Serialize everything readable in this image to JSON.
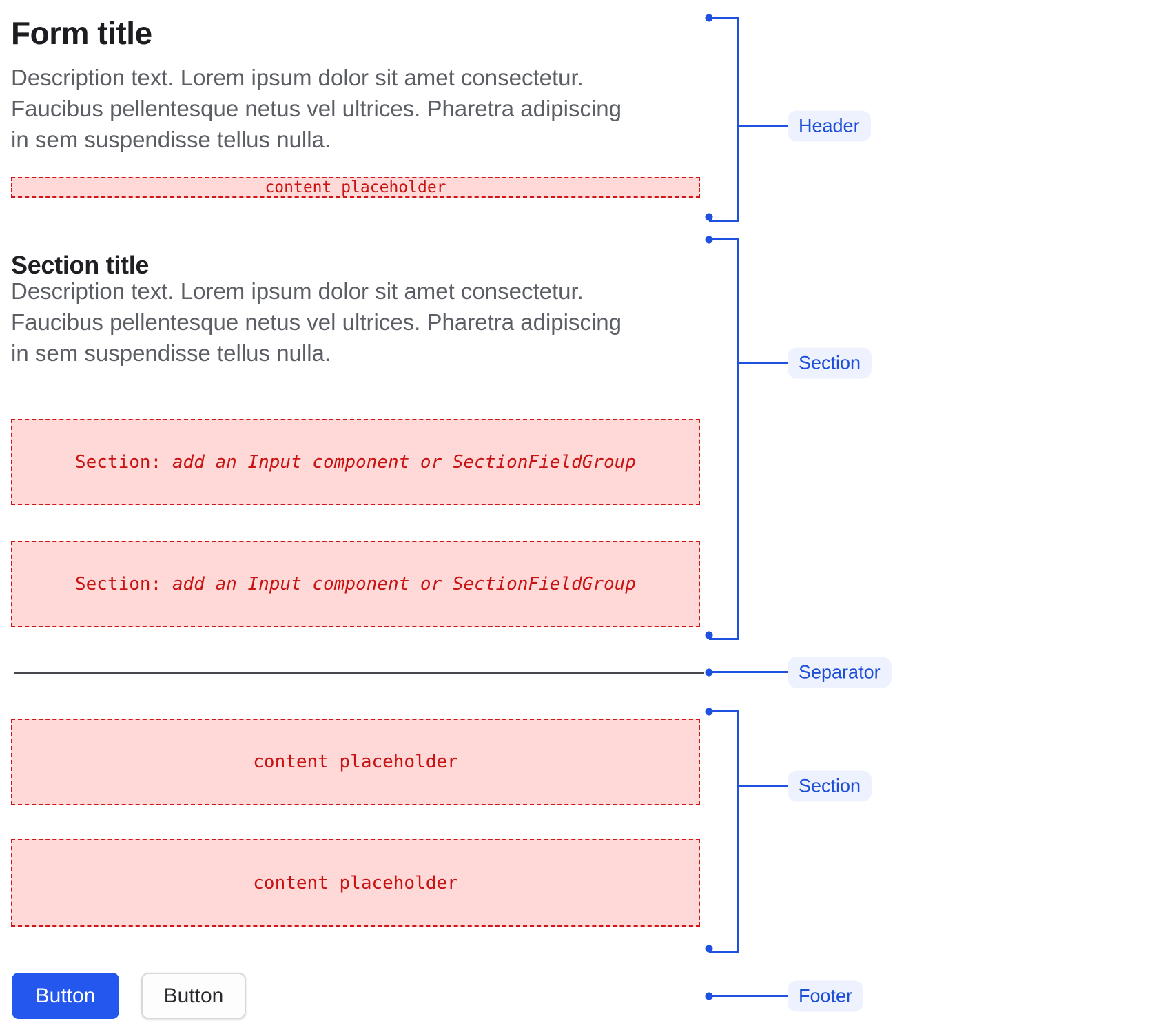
{
  "form": {
    "title": "Form title",
    "description": "Description text. Lorem ipsum dolor sit amet consectetur. Faucibus pellentesque netus vel ultrices. Pharetra adipiscing in sem suspendisse tellus nulla.",
    "header_placeholder": "content placeholder",
    "section": {
      "title": "Section title",
      "description": "Description text. Lorem ipsum dolor sit amet consectetur. Faucibus pellentesque netus vel ultrices. Pharetra adipiscing in sem suspendisse tellus nulla.",
      "slot_prefix": "Section: ",
      "slot_text": "add an Input component or SectionFieldGroup"
    },
    "section2": {
      "slot1": "content placeholder",
      "slot2": "content placeholder"
    },
    "footer": {
      "primary_button": "Button",
      "secondary_button": "Button"
    }
  },
  "annotations": {
    "header": "Header",
    "section1": "Section",
    "separator": "Separator",
    "section2": "Section",
    "footer": "Footer"
  },
  "colors": {
    "annotation_blue": "#1f51e0",
    "annotation_label_bg": "#edf2fe",
    "annotation_label_text": "#1d4ed8",
    "placeholder_bg": "#ffd9d8",
    "placeholder_border": "#d01616",
    "placeholder_text": "#c81313",
    "title_text": "#1d1d21",
    "body_text": "#5b5e64",
    "separator_line": "#47474c",
    "primary_button_bg": "#2457ee",
    "primary_button_text": "#ffffff",
    "secondary_button_bg": "#fdfdfd",
    "secondary_button_border": "#d9d9dc",
    "secondary_button_text": "#292930"
  }
}
